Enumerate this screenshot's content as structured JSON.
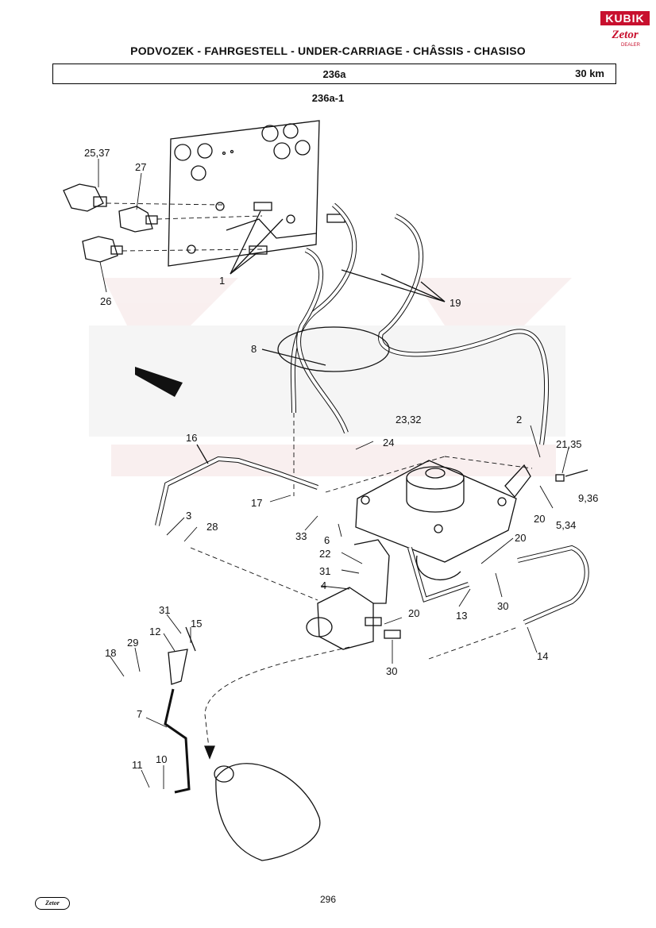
{
  "header": {
    "title": "PODVOZEK - FAHRGESTELL - UNDER-CARRIAGE - CHÂSSIS - CHASISO",
    "code": "236a",
    "speed": "30 km"
  },
  "figure": {
    "code": "236a-1",
    "callouts": [
      "25,37",
      "27",
      "1",
      "26",
      "19",
      "8",
      "23,32",
      "2",
      "21,35",
      "24",
      "16",
      "9,36",
      "20",
      "5,34",
      "17",
      "3",
      "33",
      "28",
      "6",
      "22",
      "31",
      "4",
      "20",
      "13",
      "30",
      "20",
      "31",
      "15",
      "12",
      "29",
      "18",
      "14",
      "30",
      "7",
      "10",
      "11"
    ]
  },
  "logo": {
    "text": "KUBIK",
    "text2": "Zetor",
    "sub": "DEALER"
  },
  "footer": {
    "page": "296",
    "logo": "Zetor"
  }
}
